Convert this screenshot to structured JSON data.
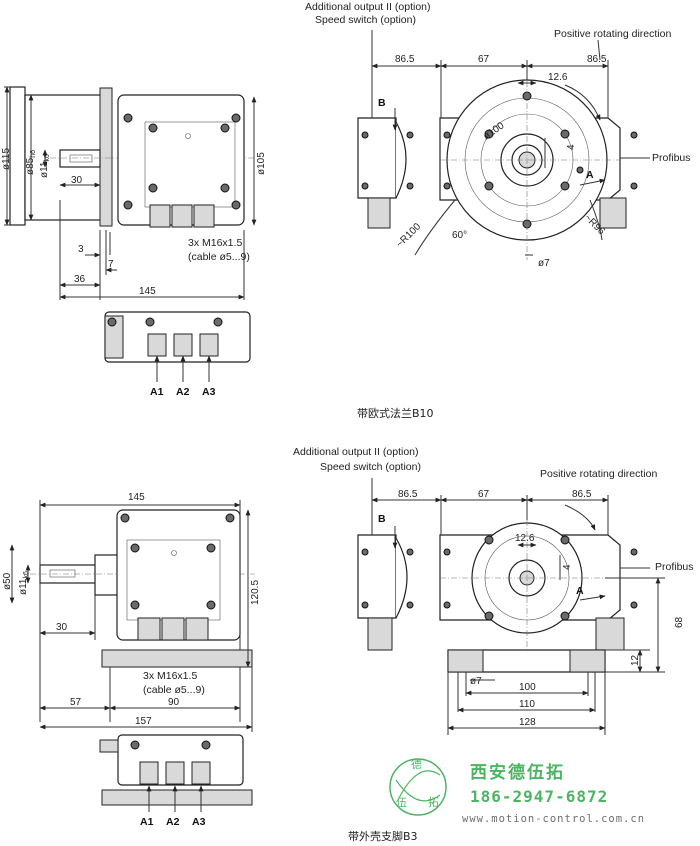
{
  "top": {
    "caption": "带欧式法兰B10",
    "labels": {
      "additional_output": "Additional output II (option)",
      "speed_switch": "Speed switch (option)",
      "positive_rotating": "Positive rotating direction",
      "profibus": "Profibus",
      "cable_thread": "3x M16x1.5",
      "cable_range": "(cable ø5...9)",
      "b": "B",
      "a": "A",
      "a1": "A1",
      "a2": "A2",
      "a3": "A3"
    },
    "dims": {
      "d115": "ø115",
      "d85": "ø85",
      "d85_tol": "h6",
      "d11": "ø11",
      "d11_tol": "k6",
      "d105": "ø105",
      "l30": "30",
      "l3": "3",
      "l7": "7",
      "l36": "36",
      "l145": "145",
      "l86_5_left": "86.5",
      "l67": "67",
      "l86_5_right": "86.5",
      "l12_6": "12.6",
      "l4": "4",
      "d100": "ø100",
      "r100": "~R100",
      "r96": "~R96",
      "a60": "60°",
      "d7": "ø7"
    }
  },
  "bottom": {
    "caption": "带外壳支脚B3",
    "labels": {
      "additional_output": "Additional output II (option)",
      "speed_switch": "Speed switch (option)",
      "positive_rotating": "Positive rotating direction",
      "profibus": "Profibus",
      "cable_thread": "3x M16x1.5",
      "cable_range": "(cable ø5...9)",
      "b": "B",
      "a": "A",
      "a1": "A1",
      "a2": "A2",
      "a3": "A3"
    },
    "dims": {
      "l145": "145",
      "d50": "ø50",
      "d11": "ø11",
      "d11_tol": "k6",
      "l120_5": "120.5",
      "l30": "30",
      "l57": "57",
      "l90": "90",
      "l157": "157",
      "l86_5_left": "86.5",
      "l67": "67",
      "l86_5_right": "86.5",
      "l12_6": "12.6",
      "l4": "4",
      "l68": "68",
      "l12": "12",
      "d7": "ø7",
      "l100": "100",
      "l110": "110",
      "l128": "128"
    }
  },
  "watermark": {
    "company": "西安德伍拓",
    "phone": "186-2947-6872",
    "url": "www.motion-control.com.cn",
    "logo_chars": [
      "德",
      "伍",
      "拓"
    ]
  }
}
